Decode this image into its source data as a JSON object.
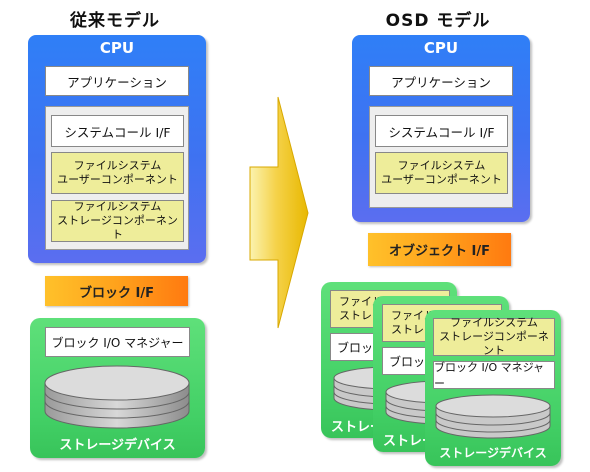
{
  "left": {
    "title": "従来モデル",
    "cpu": "CPU",
    "application": "アプリケーション",
    "syscall": "システムコール I/F",
    "fs_user": [
      "ファイルシステム",
      "ユーザーコンポーネント"
    ],
    "fs_storage": [
      "ファイルシステム",
      "ストレージコンポーネント"
    ],
    "block_if": "ブロック I/F",
    "io_manager": "ブロック I/O マネジャー",
    "storage_device": "ストレージデバイス"
  },
  "right": {
    "title": "OSD モデル",
    "cpu": "CPU",
    "application": "アプリケーション",
    "syscall": "システムコール I/F",
    "fs_user": [
      "ファイルシステム",
      "ユーザーコンポーネント"
    ],
    "object_if": "オブジェクト I/F",
    "devices": [
      {
        "fs_storage": [
          "ファイル",
          "ストレー"
        ],
        "io_manager": "ブロック",
        "label": "ストレー"
      },
      {
        "fs_storage": [
          "ファイル",
          "ストレージ"
        ],
        "io_manager": "ブロッ",
        "label": "ストレー"
      },
      {
        "fs_storage": [
          "ファイルシステム",
          "ストレージコンポーネント"
        ],
        "io_manager": "ブロック I/O マネジャー",
        "label": "ストレージデバイス"
      }
    ]
  },
  "colors": {
    "cpu_blue": "#3f72f1",
    "storage_green": "#43d066",
    "interface_orange": "#ffa21c",
    "fs_yellow": "#eeed9a",
    "arrow_yellow": "#f5c400"
  }
}
